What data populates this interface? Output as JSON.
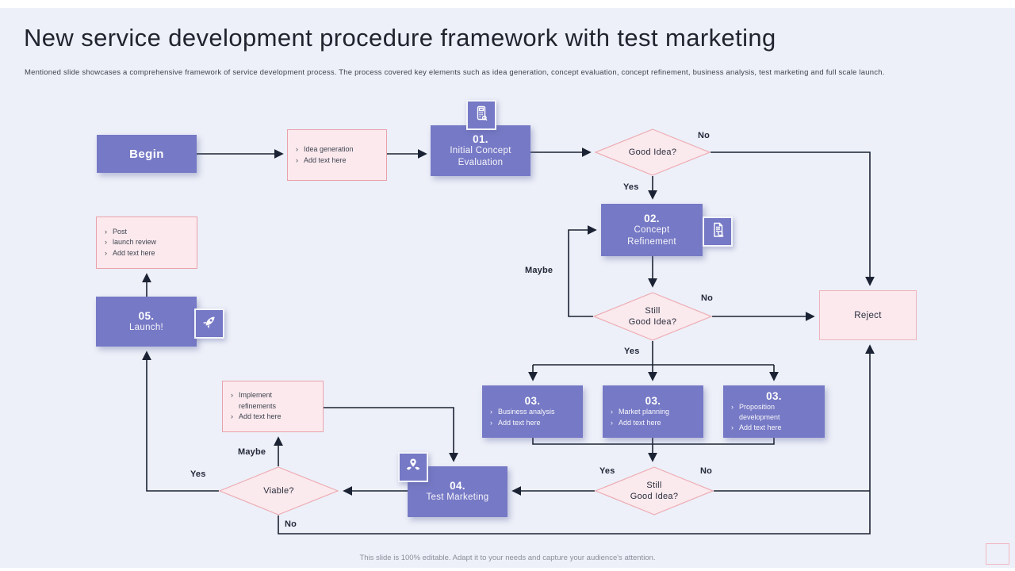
{
  "slide": {
    "title": "New service development procedure framework with test marketing",
    "subtitle": "Mentioned  slide  showcases a  comprehensive  framework of service development process. The process covered key elements such as idea generation,  concept evaluation,  concept refinement, business analysis, test marketing and  full scale launch.",
    "footer": "This slide is 100% editable.  Adapt it to your needs and capture your audience's attention."
  },
  "colors": {
    "accent_purple": "#7679c5",
    "pink_fill": "#fbe9ed",
    "pink_border": "#e9a2ac",
    "background": "#edf0f8",
    "line": "#1b2233"
  },
  "chars": {
    "bullet": "›"
  },
  "nodes": {
    "begin": {
      "label": "Begin"
    },
    "idea_note": {
      "bullets": [
        "Idea  generation",
        "Add text here"
      ]
    },
    "step1": {
      "number": "01.",
      "label": "Initial Concept Evaluation",
      "icon": "calculator-magnifier-icon"
    },
    "good_idea": {
      "label": "Good Idea?"
    },
    "step2": {
      "number": "02.",
      "label_line1": "Concept",
      "label_line2": "Refinement",
      "icon": "document-magnifier-icon"
    },
    "still_good_idea_1": {
      "line1": "Still",
      "line2": "Good Idea?"
    },
    "reject": {
      "label": "Reject"
    },
    "step3a": {
      "number": "03.",
      "bullets": [
        "Business analysis",
        "Add text here"
      ]
    },
    "step3b": {
      "number": "03.",
      "bullets": [
        "Market  planning",
        "Add text here"
      ]
    },
    "step3c": {
      "number": "03.",
      "bullets": [
        "Proposition development",
        "Add text here"
      ]
    },
    "still_good_idea_2": {
      "line1": "Still",
      "line2": "Good Idea?"
    },
    "step4": {
      "number": "04.",
      "label": "Test Marketing",
      "icon": "location-pin-hands-icon"
    },
    "viable": {
      "label": "Viable?"
    },
    "step5": {
      "number": "05.",
      "label": "Launch!",
      "icon": "rocket-icon"
    },
    "post_launch_note": {
      "bullets": [
        "Post",
        "launch review",
        "Add text here"
      ]
    },
    "implement_note": {
      "bullets": [
        "Implement refinements",
        "Add text here"
      ]
    }
  },
  "edge_labels": {
    "no1": "No",
    "yes1": "Yes",
    "maybe1": "Maybe",
    "no2": "No",
    "yes2": "Yes",
    "yes3": "Yes",
    "no3": "No",
    "maybe2": "Maybe",
    "yes4": "Yes",
    "no4": "No"
  }
}
